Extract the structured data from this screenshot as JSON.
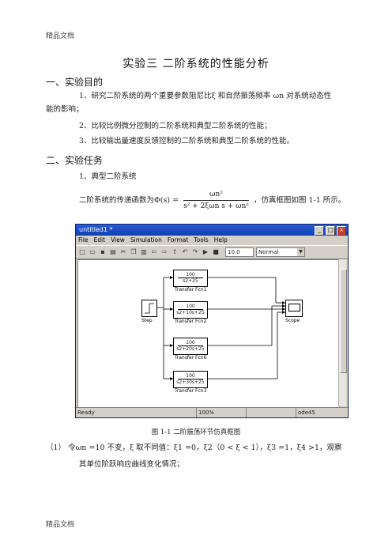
{
  "header_note": "精品文档",
  "footer_note": "精品文档",
  "title": "实验三   二阶系统的性能分析",
  "section1": {
    "heading": "一、实验目的",
    "items": [
      "1、研究二阶系统的两个重要参数阻尼比ξ 和自然振荡频率 ωn 对系统动态性",
      "能的影响；",
      "2、比较比例微分控制的二阶系统和典型二阶系统的性能；",
      "3、比较输出量速度反馈控制的二阶系统和典型二阶系统的性能。"
    ]
  },
  "section2": {
    "heading": "二、实验任务",
    "sub": "1、典型二阶系统",
    "tf_prefix": "二阶系统的传递函数为Φ(s) =",
    "tf_num": "ωn²",
    "tf_den": "s² + 2ξωn s + ωn²",
    "tf_suffix": "，仿真框图如图 1-1 所示。"
  },
  "simulink": {
    "window_title": "untitled1 *",
    "menu": [
      "File",
      "Edit",
      "View",
      "Simulation",
      "Format",
      "Tools",
      "Help"
    ],
    "sim_time": "10.0",
    "mode": "Normal",
    "status": [
      "Ready",
      "100%",
      "",
      "ode45"
    ],
    "step_label": "Step",
    "scope_label": "Scope",
    "blocks": [
      {
        "num": "100",
        "den": "s2+25",
        "label": "Transfer Fcn1"
      },
      {
        "num": "100",
        "den": "s2+10s+25",
        "label": "Transfer Fcn2"
      },
      {
        "num": "100",
        "den": "s2+20s+25",
        "label": "Transfer Fcn6"
      },
      {
        "num": "100",
        "den": "s2+30s+25",
        "label": "Transfer Fcn3"
      }
    ]
  },
  "caption": "图 1-1  二阶振荡环节仿真框图",
  "task1": {
    "line1": "（1）  令ωn =10 不变，ξ 取不同值：ξ1 =0，ξ2（0 < ξ < 1），ξ3 =1，ξ4 >1，观察",
    "line2": "其单位阶跃响应曲线变化情况；"
  }
}
